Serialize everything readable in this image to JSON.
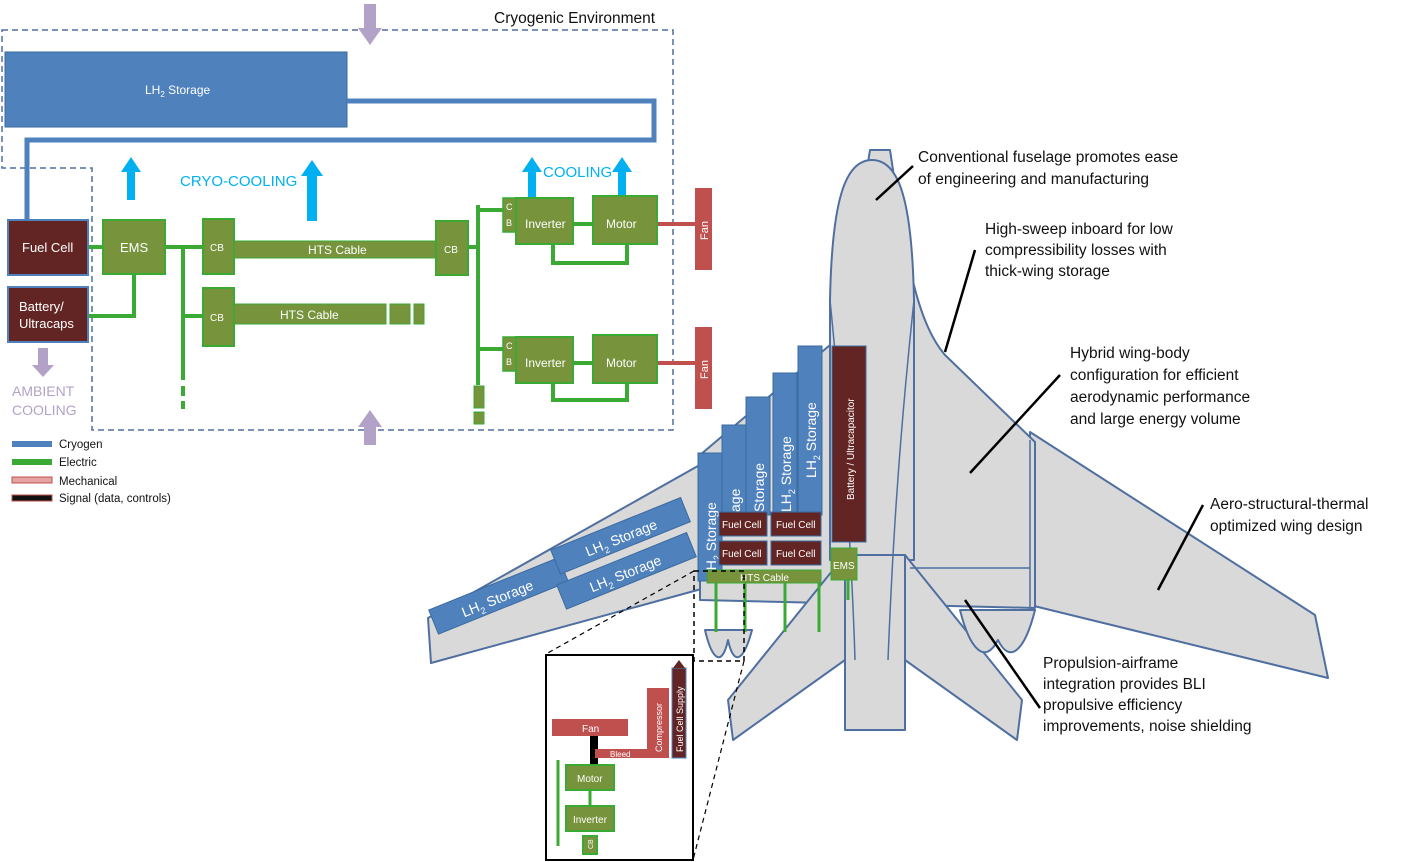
{
  "title": "Cryogenic Environment",
  "labels": {
    "lh2": "LH",
    "lh2_sub": "2",
    "storage": "Storage",
    "storage_spaced": " Storage",
    "storage_main": "LH₂ Storage",
    "cryo_cooling": "CRYO-COOLING",
    "cooling": "COOLING",
    "ambient_1": "AMBIENT",
    "ambient_2": "COOLING",
    "fuel_cell": "Fuel Cell",
    "battery_1": "Battery/",
    "battery_2": "Ultracaps",
    "ems": "EMS",
    "cb": "CB",
    "c": "C",
    "b": "B",
    "hts_cable": "HTS Cable",
    "inverter": "Inverter",
    "motor": "Motor",
    "fan": "Fan",
    "battery_ultracap": "Battery / Ultracapacitor",
    "compressor": "Compressor",
    "fuel_cell_supply": "Fuel Cell Supply",
    "bleed": "Bleed",
    "trunc_age": "age"
  },
  "legend": [
    {
      "label": "Cryogen",
      "color": "#4f81bd"
    },
    {
      "label": "Electric",
      "color": "#3aaa35"
    },
    {
      "label": "Mechanical",
      "color": "#c0504d"
    },
    {
      "label": "Signal (data, controls)",
      "color": "#000000"
    }
  ],
  "annotations": [
    {
      "lines": [
        "Conventional fuselage promotes ease",
        "of engineering and manufacturing"
      ]
    },
    {
      "lines": [
        "High-sweep inboard for low",
        "compressibility losses with",
        "thick-wing storage"
      ]
    },
    {
      "lines": [
        "Hybrid wing-body",
        "configuration for efficient",
        "aerodynamic performance",
        "and large energy volume"
      ]
    },
    {
      "lines": [
        "Aero-structural-thermal",
        "optimized wing design"
      ]
    },
    {
      "lines": [
        "Propulsion-airframe",
        "integration provides BLI",
        "propulsive efficiency",
        "improvements, noise shielding"
      ]
    }
  ],
  "colors": {
    "cryogen": "#4f81bd",
    "electric": "#3aaa35",
    "component": "#77933c",
    "fuelcell": "#632523",
    "mechanical": "#c0504d",
    "cooling_arrow": "#00b0f0",
    "ambient_arrow": "#b3a2c7",
    "aircraft_fill": "#d9d9d9",
    "aircraft_stroke": "#4f6fa0"
  }
}
